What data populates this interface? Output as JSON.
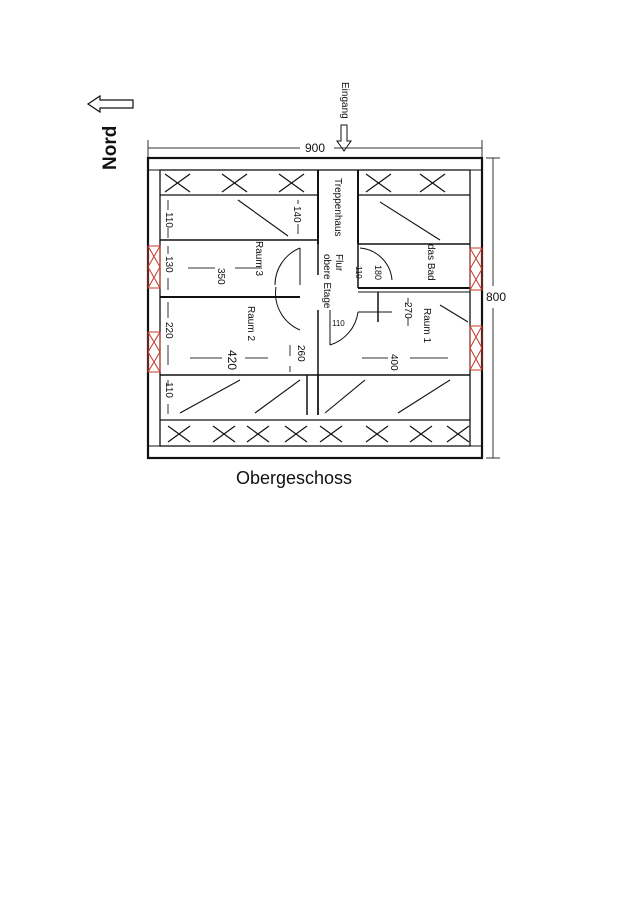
{
  "title": "Obergeschoss",
  "north_label": "Nord",
  "entrance_label": "Eingang",
  "overall_width": "900",
  "overall_depth": "800",
  "rooms": {
    "stair": "Treppenhaus",
    "hall_line1": "Flur",
    "hall_line2": "obere Etage",
    "bath": "das Bad",
    "room1": "Raum 1",
    "room2": "Raum 2",
    "room3": "Raum 3"
  },
  "dimensions": {
    "d110_top": "110",
    "d130": "130",
    "d220": "220",
    "d110_bottom": "110",
    "d140": "140",
    "d350": "350",
    "d420": "420",
    "d260": "260",
    "d180": "180",
    "d110_hall": "110",
    "d110_door": "110",
    "d270": "270",
    "d400": "400"
  },
  "colors": {
    "line": "#111111",
    "window_accent": "#c0392b",
    "dimension": "#333333"
  }
}
